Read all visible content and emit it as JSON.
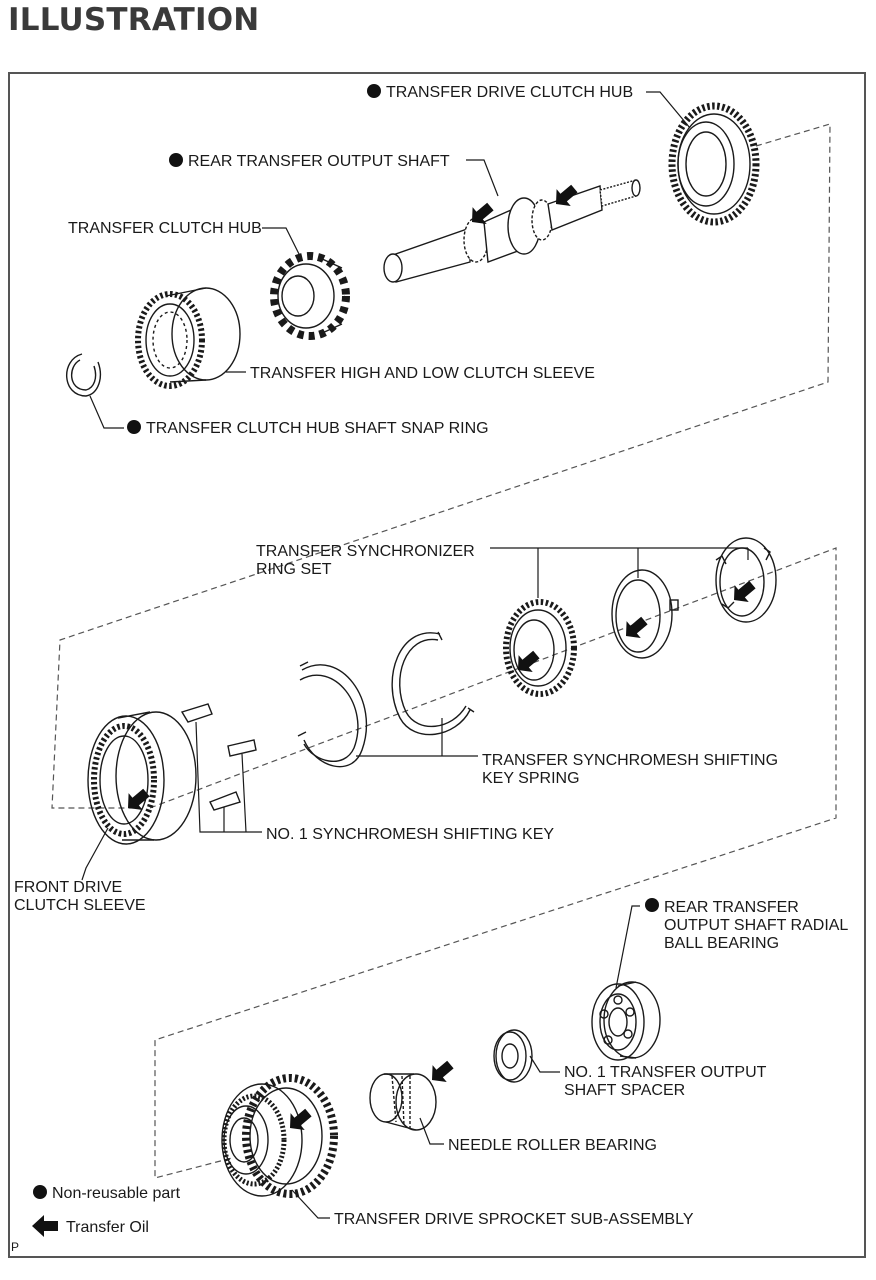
{
  "title": "ILLUSTRATION",
  "corner_mark": "P",
  "labels": {
    "drive_clutch_hub": "TRANSFER DRIVE CLUTCH HUB",
    "rear_output_shaft": "REAR TRANSFER OUTPUT SHAFT",
    "clutch_hub": "TRANSFER CLUTCH HUB",
    "high_low_sleeve": "TRANSFER HIGH AND LOW CLUTCH SLEEVE",
    "snap_ring": "TRANSFER CLUTCH HUB SHAFT SNAP RING",
    "synchro_ring_set_1": "TRANSFER SYNCHRONIZER",
    "synchro_ring_set_2": "RING SET",
    "key_spring_1": "TRANSFER SYNCHROMESH SHIFTING",
    "key_spring_2": "KEY SPRING",
    "shifting_key": "NO. 1 SYNCHROMESH SHIFTING KEY",
    "front_sleeve_1": "FRONT DRIVE",
    "front_sleeve_2": "CLUTCH SLEEVE",
    "radial_bearing_1": "REAR TRANSFER",
    "radial_bearing_2": "OUTPUT SHAFT RADIAL",
    "radial_bearing_3": "BALL BEARING",
    "spacer_1": "NO. 1 TRANSFER OUTPUT",
    "spacer_2": "SHAFT SPACER",
    "needle_bearing": "NEEDLE ROLLER BEARING",
    "sprocket": "TRANSFER DRIVE SPROCKET SUB-ASSEMBLY"
  },
  "legend": {
    "non_reusable": "Non-reusable part",
    "transfer_oil": "Transfer Oil"
  },
  "colors": {
    "ink": "#1a1a1a",
    "frame": "#555555",
    "title": "#3a3a3a"
  }
}
